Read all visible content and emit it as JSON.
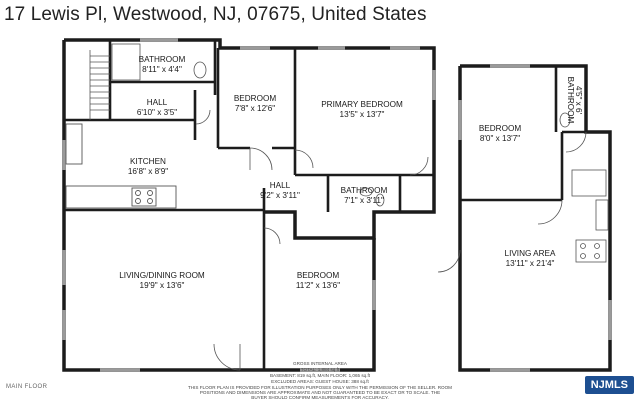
{
  "address": "17 Lewis Pl, Westwood, NJ, 07675, United States",
  "rooms": [
    {
      "name": "BATHROOM",
      "dims": "8'11\" x 4'4\""
    },
    {
      "name": "HALL",
      "dims": "6'10\" x 3'5\""
    },
    {
      "name": "BEDROOM",
      "dims": "7'8\" x 12'6\""
    },
    {
      "name": "PRIMARY BEDROOM",
      "dims": "13'5\" x 13'7\""
    },
    {
      "name": "KITCHEN",
      "dims": "16'8\" x 8'9\""
    },
    {
      "name": "HALL",
      "dims": "9'2\" x 3'11\""
    },
    {
      "name": "BATHROOM",
      "dims": "7'1\" x 3'11\""
    },
    {
      "name": "LIVING/DINING ROOM",
      "dims": "19'9\" x 13'6\""
    },
    {
      "name": "BEDROOM",
      "dims": "11'2\" x 13'6\""
    },
    {
      "name": "BEDROOM",
      "dims": "8'0\" x 13'7\""
    },
    {
      "name": "BATHROOM",
      "dims": "4'5\" x 6'"
    },
    {
      "name": "LIVING AREA",
      "dims": "13'11\" x 21'4\""
    }
  ],
  "footer": {
    "line1": "GROSS INTERNAL AREA",
    "line2": "TOTAL: 1,884 sq.ft",
    "line3": "BASEMENT: 819 sq.ft, MAIN FLOOR: 1,065 sq.ft",
    "line4": "EXCLUDED AREAS: GUEST HOUSE: 388 sq.ft",
    "line5": "THIS FLOOR PLAN IS PROVIDED FOR ILLUSTRATION PURPOSES ONLY WITH THE PERMISSION OF THE SELLER. ROOM",
    "line6": "POSITIONS AND DIMENSIONS ARE APPROXIMATE AND NOT GUARANTEED TO BE EXACT OR TO SCALE. THE",
    "line7": "BUYER SHOULD CONFIRM MEASUREMENTS FOR ACCURACY."
  },
  "floor_label": "MAIN FLOOR",
  "logo": "NJMLS",
  "colors": {
    "wall": "#1c1c1c",
    "thin": "#555555",
    "window": "#9a9a9a",
    "accent": "#1d4f91"
  }
}
